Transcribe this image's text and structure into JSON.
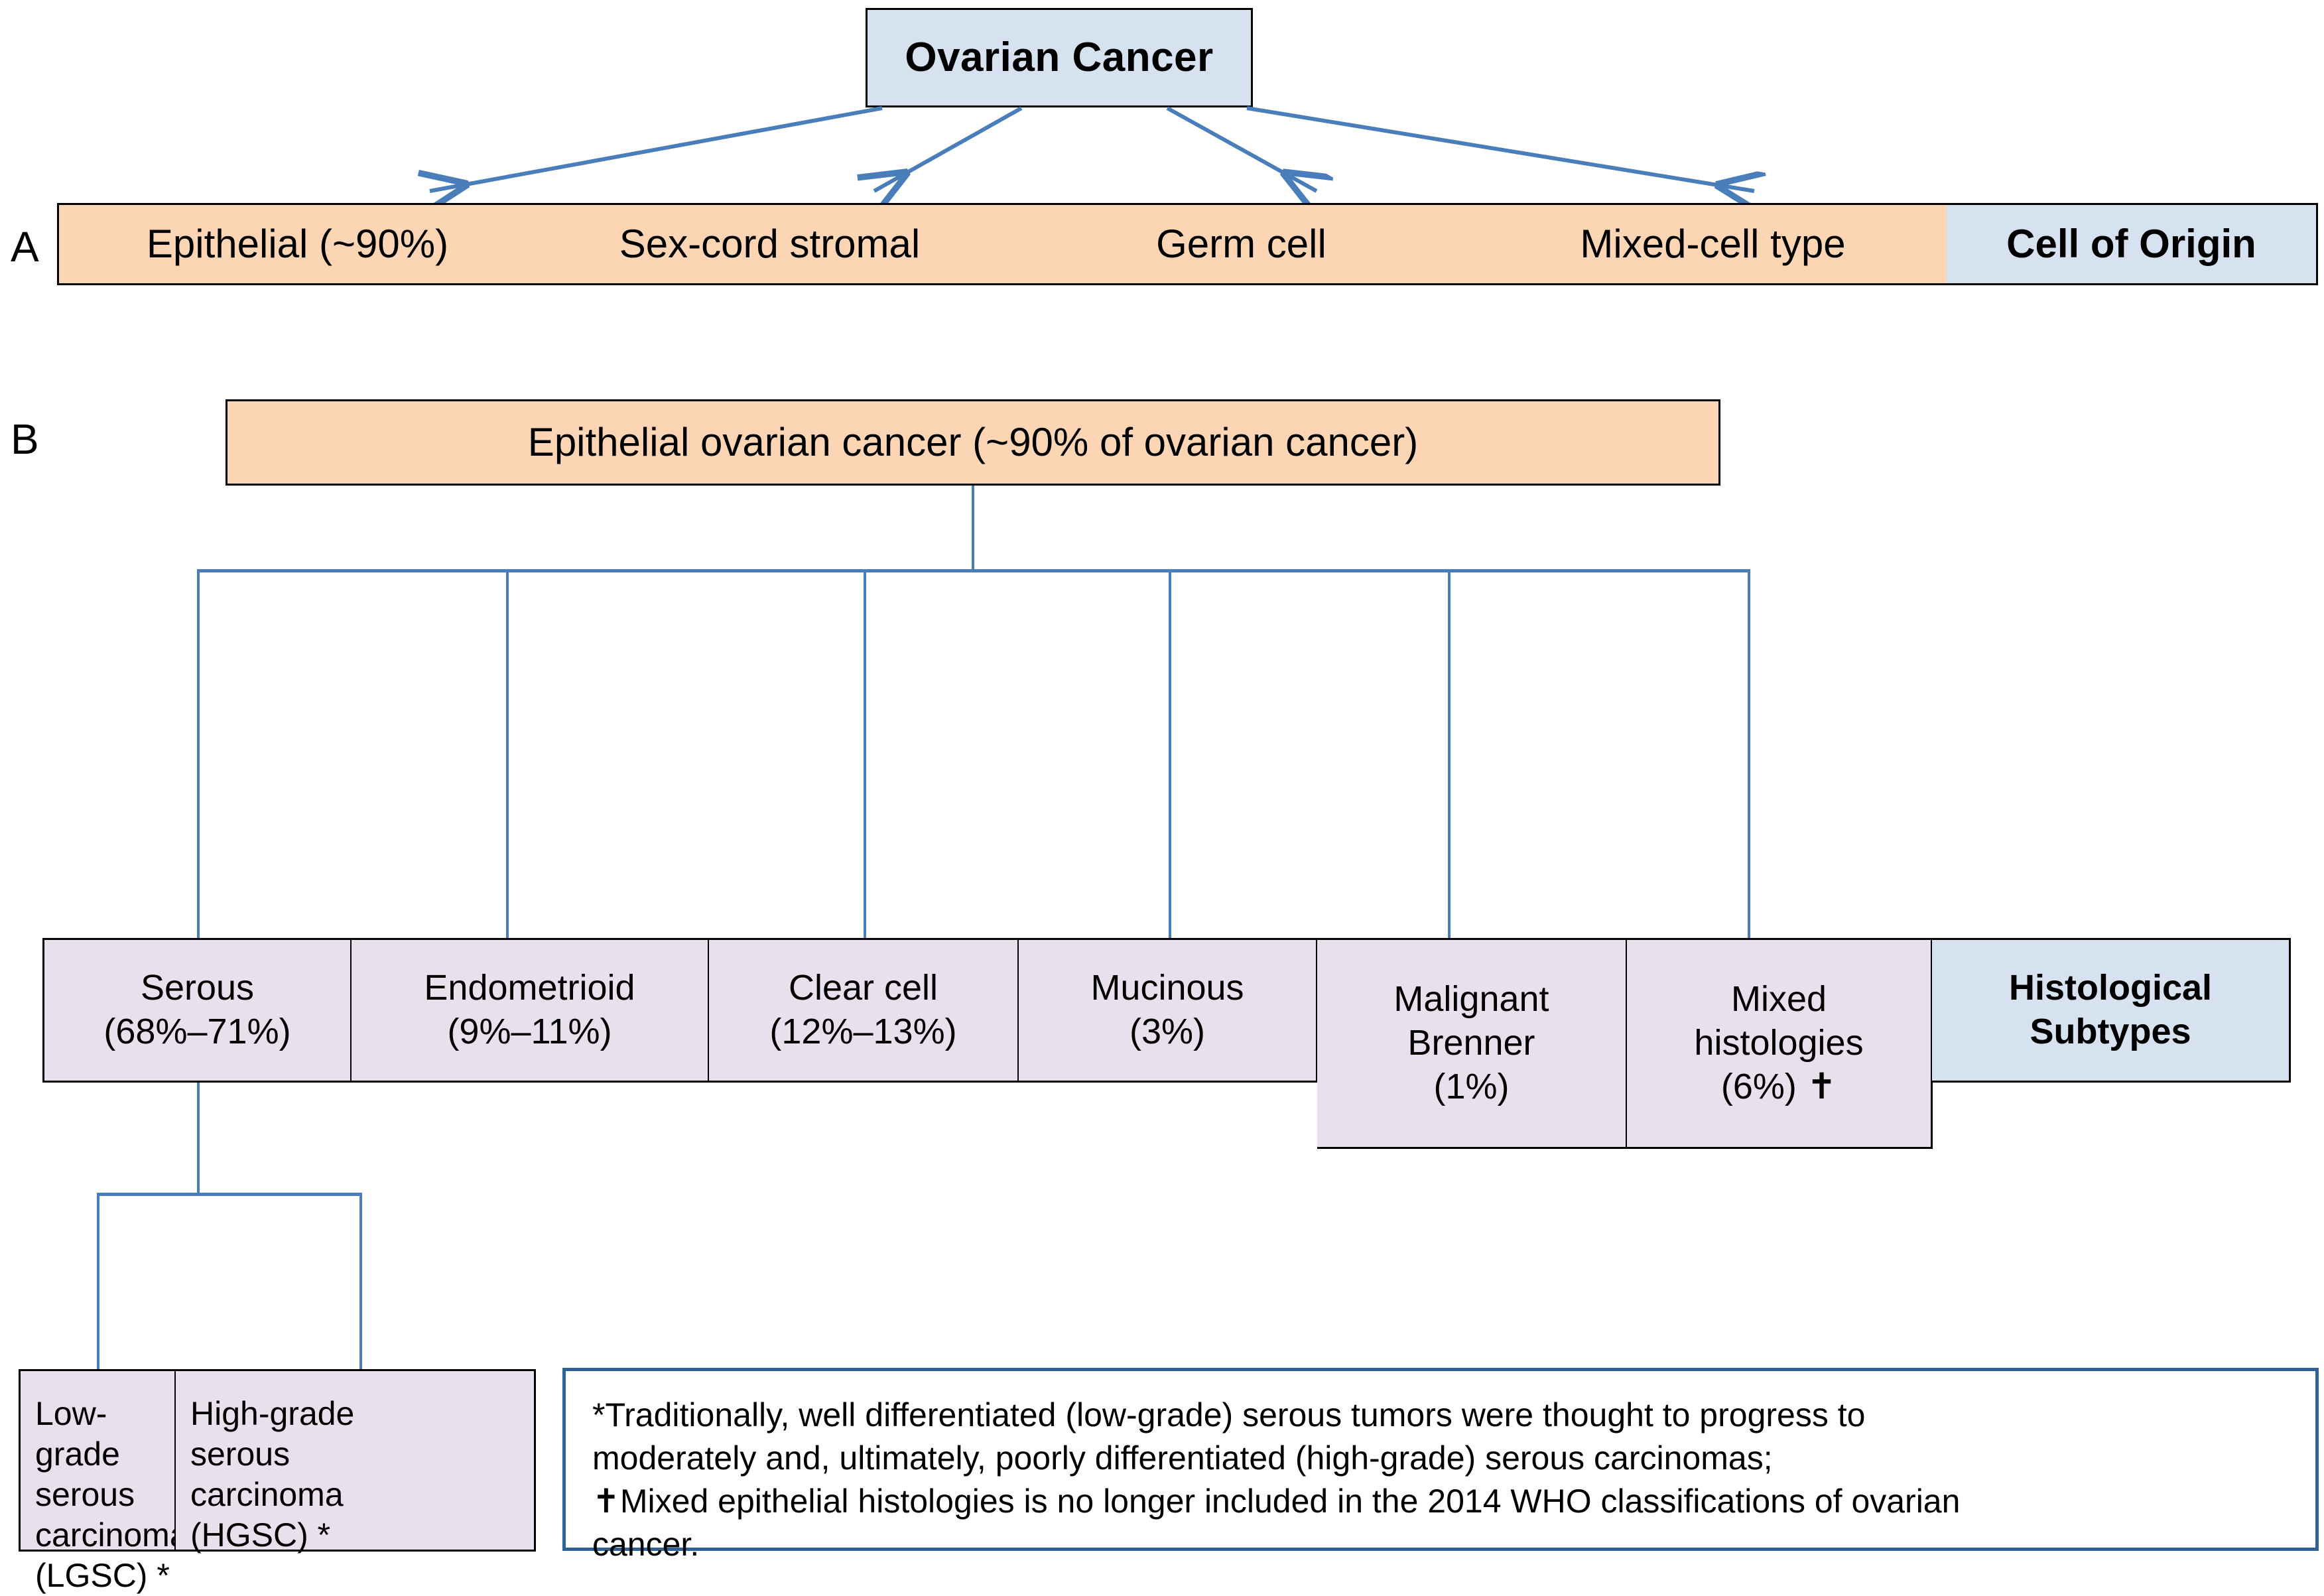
{
  "figure": {
    "panels": [
      {
        "letter": "A",
        "caption_box": "Cell of Origin"
      },
      {
        "letter": "B",
        "caption_box": "Histological Subtypes"
      }
    ]
  },
  "panel_a": {
    "root": {
      "label": "Ovarian Cancer"
    },
    "row_label": "A",
    "categories": [
      {
        "label": "Epithelial (~90%)"
      },
      {
        "label": "Sex-cord stromal"
      },
      {
        "label": "Germ cell"
      },
      {
        "label": "Mixed-cell type"
      }
    ],
    "legend_box": "Cell of Origin",
    "arrow_count": 4
  },
  "panel_b": {
    "row_label": "B",
    "root": {
      "label": "Epithelial ovarian cancer (~90% of ovarian cancer)"
    },
    "subtypes": [
      {
        "name": "Serous",
        "pct": "(68%–71%)",
        "dagger": ""
      },
      {
        "name": "Endometrioid",
        "pct": "(9%–11%)",
        "dagger": ""
      },
      {
        "name": "Clear cell",
        "pct": "(12%–13%)",
        "dagger": ""
      },
      {
        "name": "Mucinous",
        "pct": "(3%)",
        "dagger": ""
      },
      {
        "name": "Malignant",
        "name2": "Brenner",
        "pct": "(1%)",
        "dagger": ""
      },
      {
        "name": "Mixed",
        "name2": "histologies",
        "pct": "(6%) ✝",
        "dagger": "✝"
      }
    ],
    "legend_box_line1": "Histological",
    "legend_box_line2": "Subtypes",
    "serous_children": [
      {
        "l1": "Low-grade",
        "l2": "serous",
        "l3": "carcinoma",
        "l4": "(LGSC) *"
      },
      {
        "l1": "High-grade",
        "l2": "serous",
        "l3": "carcinoma",
        "l4": "(HGSC) *"
      }
    ]
  },
  "footnote": {
    "line1": "*Traditionally, well differentiated (low-grade) serous tumors were thought to progress to",
    "line2": "moderately and, ultimately, poorly differentiated (high-grade) serous carcinomas;",
    "line3": "✝Mixed epithelial histologies is no longer included in the 2014 WHO classifications of ovarian",
    "line4": "cancer."
  },
  "colors": {
    "peach_fill": "#fbd5b4",
    "blue_fill": "#d6e2ef",
    "lilac_fill": "#e8e0ec",
    "connector": "#4a7ebb",
    "footnote_border": "#2e6294",
    "box_border": "#000000"
  }
}
